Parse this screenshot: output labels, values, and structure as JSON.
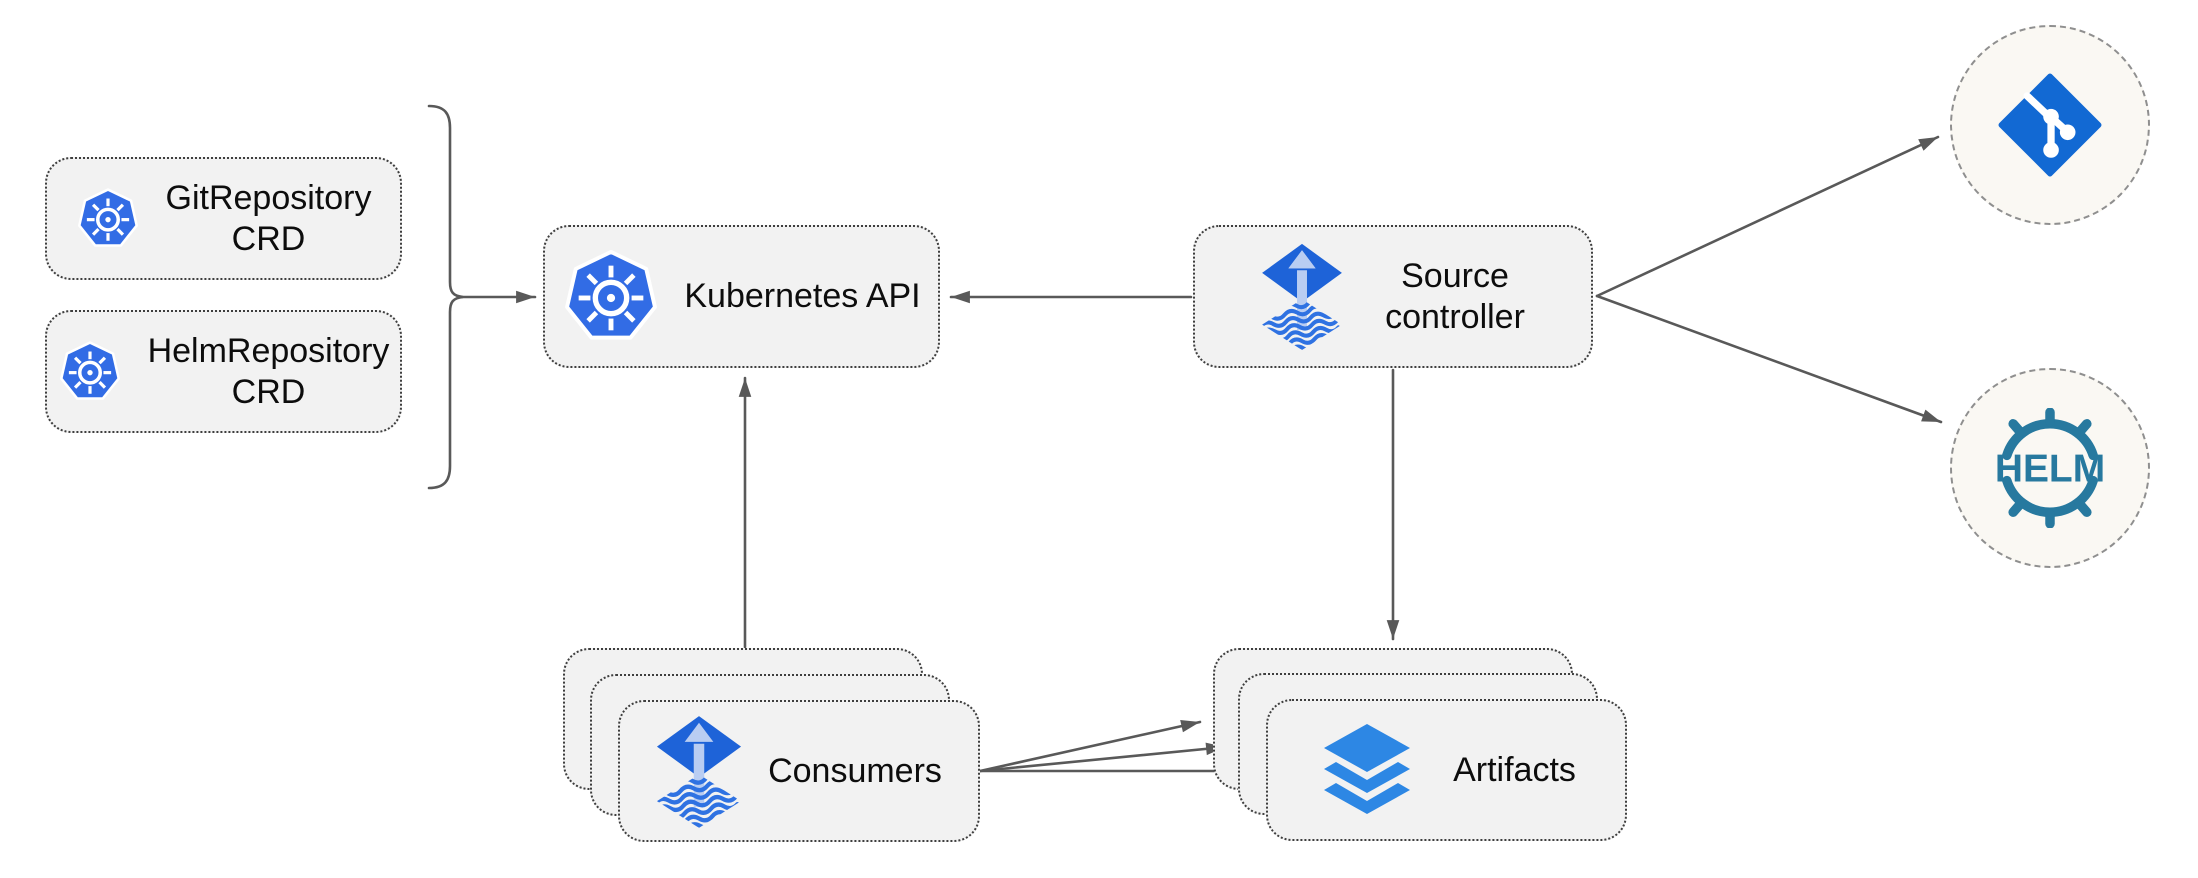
{
  "diagram": {
    "kind": "flux-source-controller-architecture",
    "nodes": {
      "git_repository_crd": {
        "line1": "GitRepository",
        "line2": "CRD",
        "icon": "kubernetes-icon"
      },
      "helm_repository_crd": {
        "line1": "HelmRepository",
        "line2": "CRD",
        "icon": "kubernetes-icon"
      },
      "kubernetes_api": {
        "label": "Kubernetes API",
        "icon": "kubernetes-icon"
      },
      "source_controller": {
        "line1": "Source",
        "line2": "controller",
        "icon": "flux-source-icon"
      },
      "consumers": {
        "label": "Consumers",
        "icon": "flux-source-icon",
        "stacked": 3
      },
      "artifacts": {
        "label": "Artifacts",
        "icon": "layers-icon",
        "stacked": 3
      },
      "git_remote": {
        "icon": "git-icon",
        "shape": "dashed-circle"
      },
      "helm_remote": {
        "icon": "helm-icon",
        "shape": "dashed-circle",
        "wordmark": "HELM"
      }
    },
    "edges": [
      {
        "from": "git_repository_crd + helm_repository_crd",
        "via": "curly-bracket",
        "to": "kubernetes_api"
      },
      {
        "from": "source_controller",
        "to": "kubernetes_api"
      },
      {
        "from": "consumers",
        "to": "kubernetes_api"
      },
      {
        "from": "source_controller",
        "to": "artifacts"
      },
      {
        "from": "source_controller",
        "to": "git_remote"
      },
      {
        "from": "source_controller",
        "to": "helm_remote"
      },
      {
        "from": "consumers",
        "to": "artifacts",
        "parallel_arrows": 3
      }
    ],
    "colors": {
      "kubernetes_blue": "#326ce5",
      "flux_blue": "#1e63d8",
      "flux_light_blue": "#b9cdf2",
      "flux_wave_blue": "#2f72e2",
      "git_blue": "#1269d3",
      "helm_teal": "#27799f",
      "layers_blue": "#2d87e4",
      "arrow_gray": "#595959",
      "node_fill": "#f2f2f2",
      "circle_fill": "#faf8f3"
    }
  }
}
